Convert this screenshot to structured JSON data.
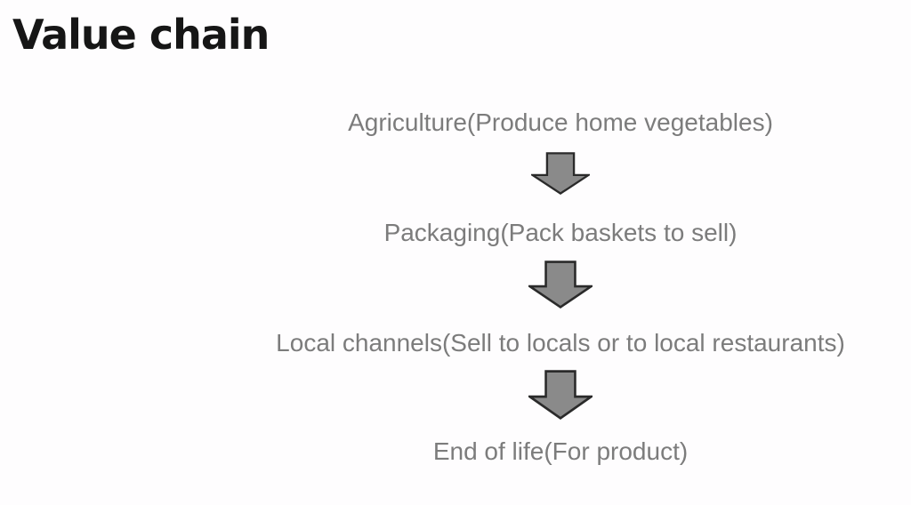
{
  "title": "Value chain",
  "flow": {
    "stages": [
      {
        "label": "Agriculture(Produce home vegetables)"
      },
      {
        "label": "Packaging(Pack baskets to sell)"
      },
      {
        "label": "Local channels(Sell to locals or to local restaurants)"
      },
      {
        "label": "End of life(For product)"
      }
    ],
    "connector_icon": "down-arrow-icon"
  },
  "colors": {
    "background": "#fefdfe",
    "title_text": "#161616",
    "stage_text": "#7c7c7c",
    "arrow_fill": "#8a8a8a",
    "arrow_border": "#2a2a2a"
  }
}
